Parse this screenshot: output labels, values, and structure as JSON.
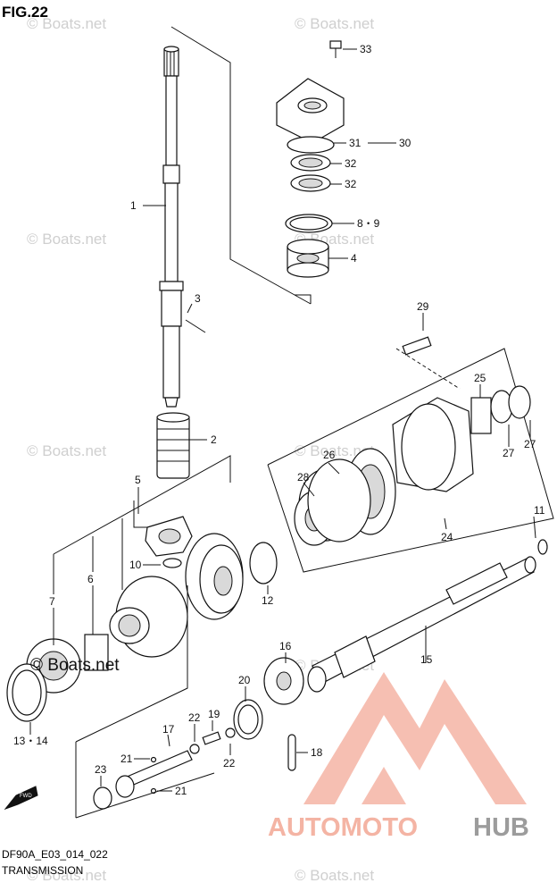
{
  "figure": {
    "title": "FIG.22",
    "code": "DF90A_E03_014_022",
    "section": "TRANSMISSION",
    "fwd_label": "FWD"
  },
  "watermarks": {
    "boats": "© Boats.net",
    "boats_dark": "© Boats.net"
  },
  "brand": {
    "part1": "AUTOMOTO",
    "part2": "HUB",
    "accent": "#f4b4a4",
    "gray": "#9c9c9c"
  },
  "callouts": [
    {
      "id": "c33",
      "text": "33"
    },
    {
      "id": "c31",
      "text": "31"
    },
    {
      "id": "c30",
      "text": "30"
    },
    {
      "id": "c32a",
      "text": "32"
    },
    {
      "id": "c32b",
      "text": "32"
    },
    {
      "id": "c89",
      "text": "8・9"
    },
    {
      "id": "c4",
      "text": "4"
    },
    {
      "id": "c1",
      "text": "1"
    },
    {
      "id": "c3",
      "text": "3"
    },
    {
      "id": "c2",
      "text": "2"
    },
    {
      "id": "c29",
      "text": "29"
    },
    {
      "id": "c25",
      "text": "25"
    },
    {
      "id": "c27a",
      "text": "27"
    },
    {
      "id": "c27b",
      "text": "27"
    },
    {
      "id": "c26",
      "text": "26"
    },
    {
      "id": "c28",
      "text": "28"
    },
    {
      "id": "c24",
      "text": "24"
    },
    {
      "id": "c5",
      "text": "5"
    },
    {
      "id": "c11",
      "text": "11"
    },
    {
      "id": "c10",
      "text": "10"
    },
    {
      "id": "c12",
      "text": "12"
    },
    {
      "id": "c7",
      "text": "7"
    },
    {
      "id": "c6",
      "text": "6"
    },
    {
      "id": "c16",
      "text": "16"
    },
    {
      "id": "c15",
      "text": "15"
    },
    {
      "id": "c20",
      "text": "20"
    },
    {
      "id": "c1314",
      "text": "13・14"
    },
    {
      "id": "c22a",
      "text": "22"
    },
    {
      "id": "c19",
      "text": "19"
    },
    {
      "id": "c17",
      "text": "17"
    },
    {
      "id": "c21a",
      "text": "21"
    },
    {
      "id": "c22b",
      "text": "22"
    },
    {
      "id": "c18",
      "text": "18"
    },
    {
      "id": "c23",
      "text": "23"
    },
    {
      "id": "c21b",
      "text": "21"
    }
  ]
}
